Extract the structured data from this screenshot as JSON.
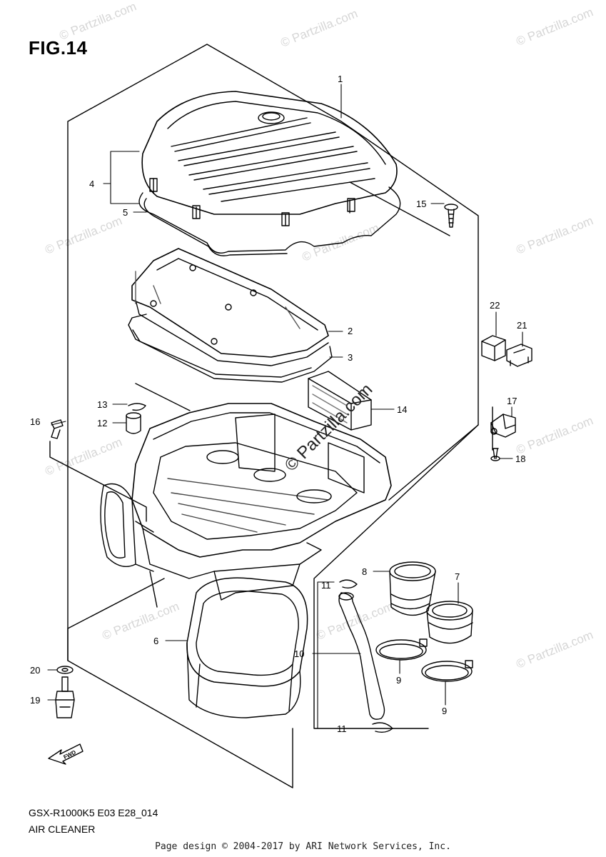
{
  "figure": {
    "title": "FIG.14",
    "model_code": "GSX-R1000K5 E03 E28_014",
    "section_name": "AIR CLEANER",
    "footer": "Page design © 2004-2017 by ARI Network Services, Inc.",
    "watermark": "© Partzilla.com",
    "fwd_label": "FWD"
  },
  "callouts": [
    {
      "id": "c1",
      "label": "1"
    },
    {
      "id": "c2",
      "label": "2"
    },
    {
      "id": "c3",
      "label": "3"
    },
    {
      "id": "c4",
      "label": "4"
    },
    {
      "id": "c5",
      "label": "5"
    },
    {
      "id": "c6",
      "label": "6"
    },
    {
      "id": "c7",
      "label": "7"
    },
    {
      "id": "c8",
      "label": "8"
    },
    {
      "id": "c9a",
      "label": "9"
    },
    {
      "id": "c9b",
      "label": "9"
    },
    {
      "id": "c10",
      "label": "10"
    },
    {
      "id": "c11a",
      "label": "11"
    },
    {
      "id": "c11b",
      "label": "11"
    },
    {
      "id": "c12",
      "label": "12"
    },
    {
      "id": "c13",
      "label": "13"
    },
    {
      "id": "c14",
      "label": "14"
    },
    {
      "id": "c15",
      "label": "15"
    },
    {
      "id": "c16",
      "label": "16"
    },
    {
      "id": "c17",
      "label": "17"
    },
    {
      "id": "c18",
      "label": "18"
    },
    {
      "id": "c19",
      "label": "19"
    },
    {
      "id": "c20",
      "label": "20"
    },
    {
      "id": "c21",
      "label": "21"
    },
    {
      "id": "c22",
      "label": "22"
    }
  ]
}
